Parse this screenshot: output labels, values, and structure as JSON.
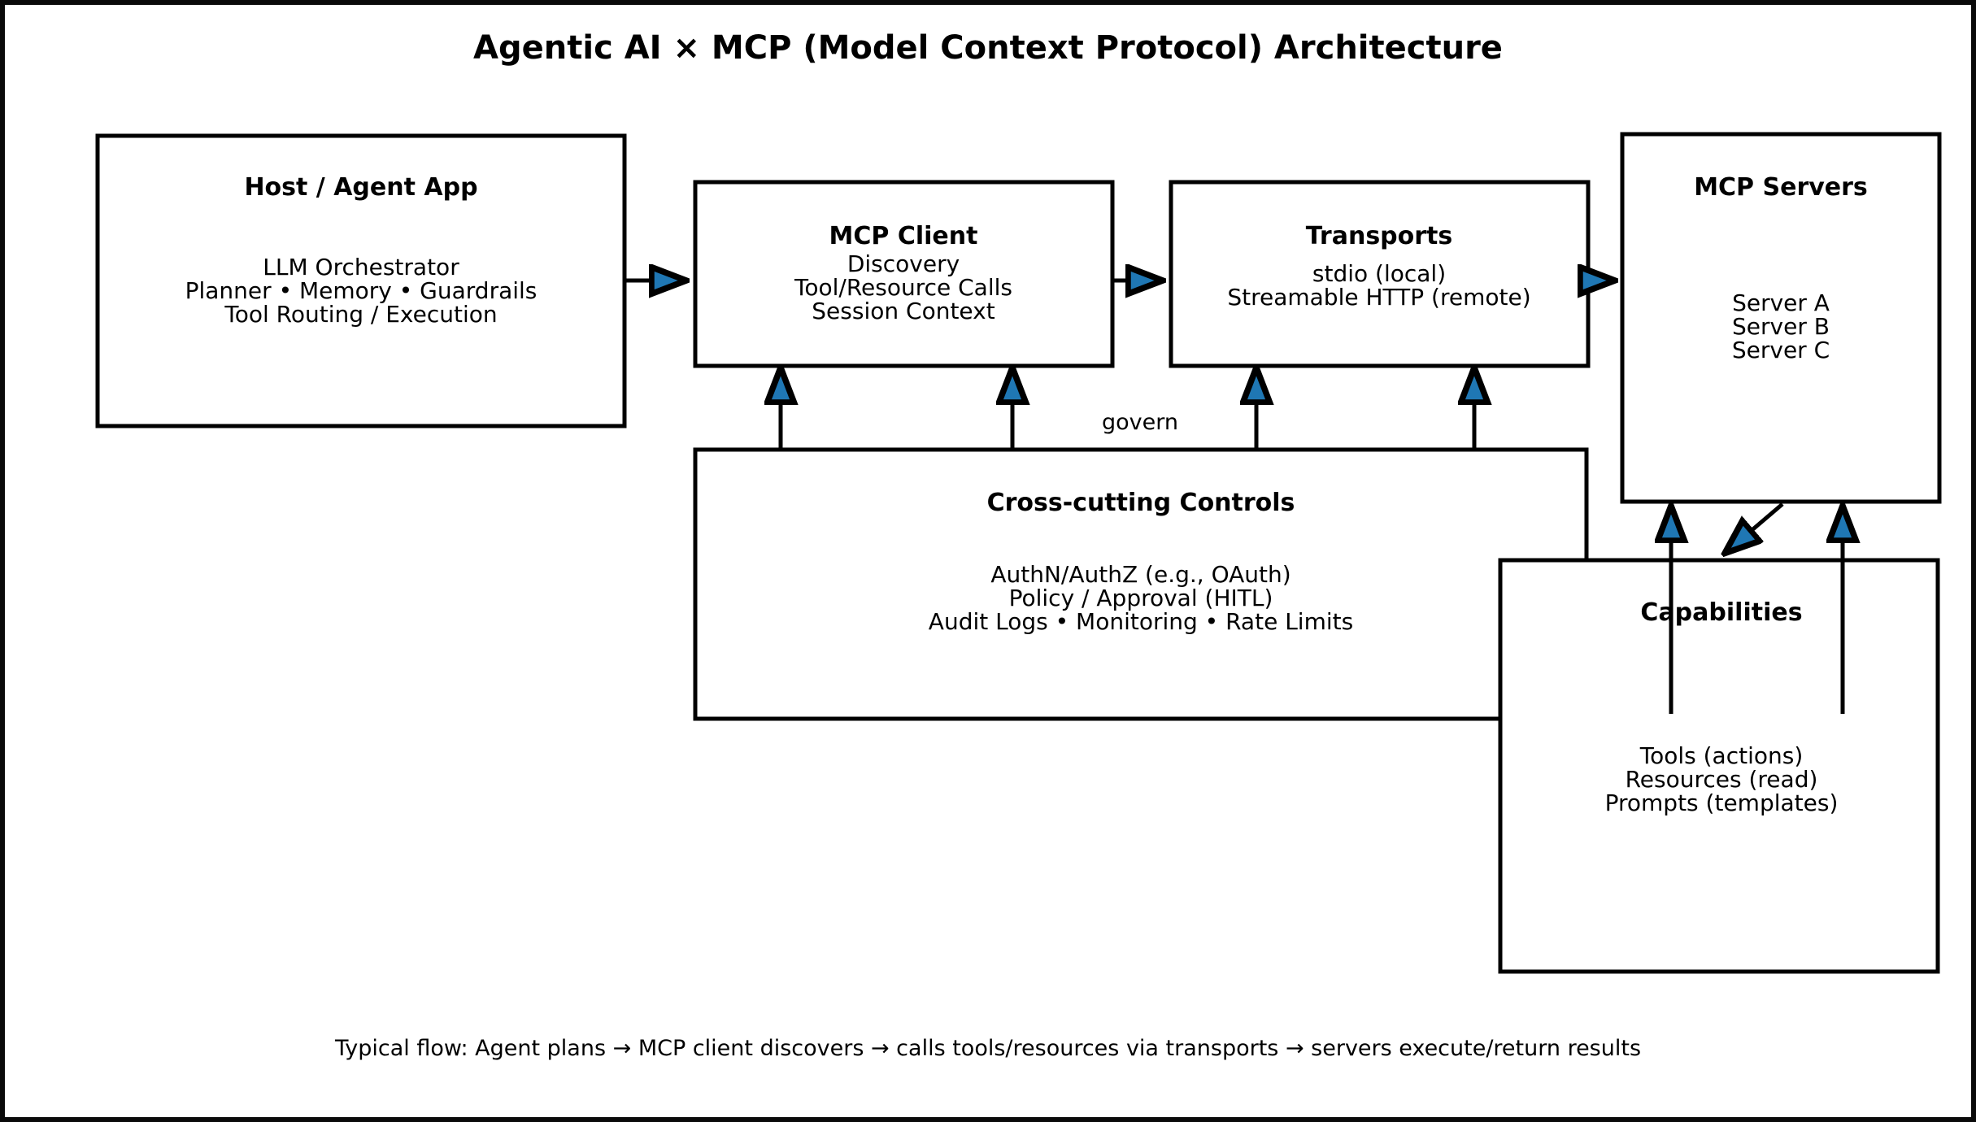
{
  "page": {
    "title": "Agentic AI × MCP (Model Context Protocol) Architecture",
    "caption": "Typical flow: Agent plans → MCP client discovers → calls tools/resources via transports → servers execute/return results",
    "background_color": "#ffffff",
    "line_color": "#000000",
    "arrowhead_fill": "#1f77b4",
    "frame_color": "#0a0a0a"
  },
  "nodes": {
    "host": {
      "title": "Host / Agent App",
      "lines": [
        "LLM Orchestrator",
        "Planner • Memory • Guardrails",
        "Tool Routing / Execution"
      ]
    },
    "client": {
      "title": "MCP Client",
      "lines": [
        "Discovery",
        "Tool/Resource Calls",
        "Session Context"
      ]
    },
    "transports": {
      "title": "Transports",
      "lines": [
        "stdio (local)",
        "Streamable HTTP (remote)"
      ]
    },
    "servers": {
      "title": "MCP Servers",
      "lines": [
        "Server A",
        "Server B",
        "Server C"
      ]
    },
    "controls": {
      "title": "Cross-cutting Controls",
      "lines": [
        "AuthN/AuthZ (e.g., OAuth)",
        "Policy / Approval (HITL)",
        "Audit Logs • Monitoring • Rate Limits"
      ]
    },
    "capabilities": {
      "title": "Capabilities",
      "lines": [
        "Tools (actions)",
        "Resources (read)",
        "Prompts (templates)"
      ]
    }
  },
  "edges": {
    "host_to_client": {
      "label": ""
    },
    "client_to_transports": {
      "label": ""
    },
    "transports_to_servers": {
      "label": ""
    },
    "controls_to_client_a": {
      "label": ""
    },
    "controls_to_client_b": {
      "label": ""
    },
    "controls_to_transports_a": {
      "label": ""
    },
    "controls_to_transports_b": {
      "label": ""
    },
    "govern": {
      "label": "govern"
    },
    "capabilities_to_servers_a": {
      "label": ""
    },
    "capabilities_to_servers_b": {
      "label": ""
    },
    "servers_to_capabilities": {
      "label": ""
    }
  }
}
